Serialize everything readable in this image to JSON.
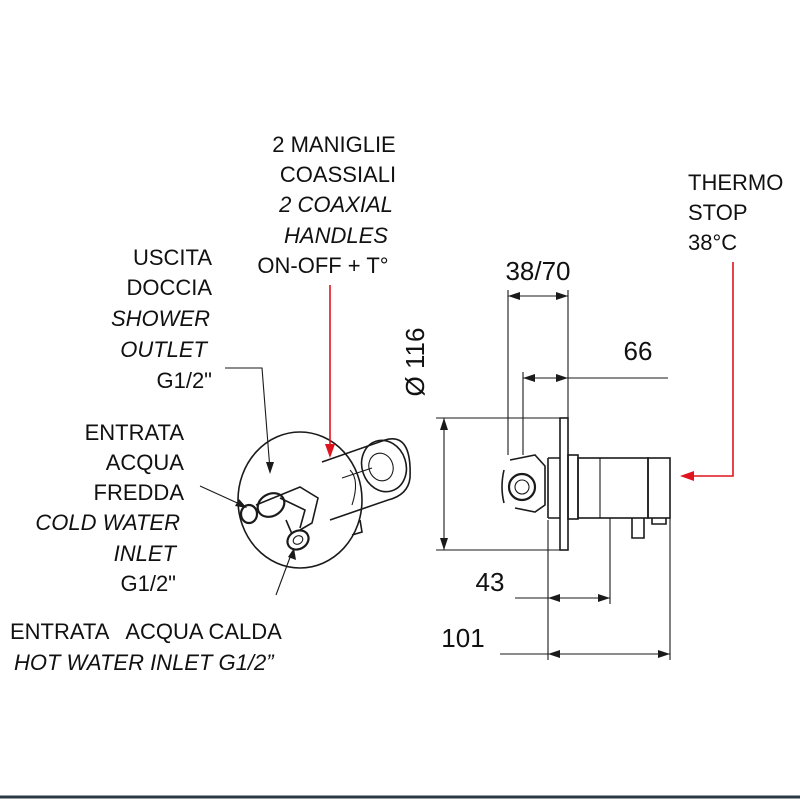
{
  "labels": {
    "handles": [
      "2 MANIGLIE",
      "COASSIALI",
      "2 COAXIAL",
      "HANDLES",
      "ON-OFF + T°"
    ],
    "thermo": [
      "THERMO",
      "STOP",
      "38°C"
    ],
    "shower": [
      "USCITA",
      "DOCCIA",
      "SHOWER",
      "OUTLET",
      "G1/2\""
    ],
    "cold": [
      "ENTRATA",
      "ACQUA",
      "FREDDA",
      "COLD WATER",
      "INLET",
      "G1/2\""
    ],
    "hot": [
      "ENTRATA   ACQUA CALDA",
      "HOT WATER INLET G1/2”"
    ]
  },
  "dimensions": {
    "depth": "38/70",
    "body": "66",
    "diameter": "Ø 116",
    "cover": "43",
    "total": "101"
  },
  "colors": {
    "arrow": "#e0141e",
    "ink": "#1a1a1a",
    "footer_line": "#2a3a44"
  }
}
